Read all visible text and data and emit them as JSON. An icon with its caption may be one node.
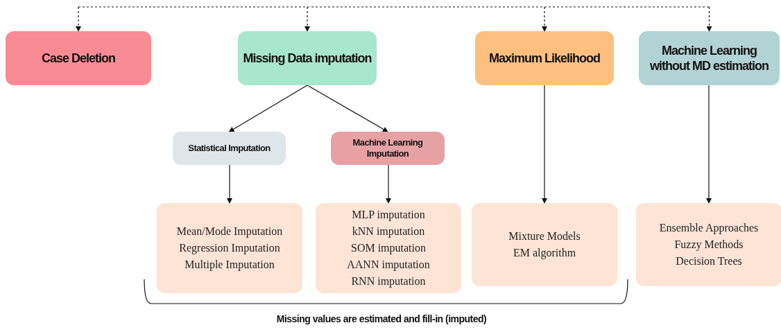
{
  "diagram": {
    "nodes": [
      {
        "text": [
          "Case Deletion"
        ]
      },
      {
        "text": [
          "Missing Data imputation"
        ]
      },
      {
        "text": [
          "Maximum Likelihood"
        ]
      },
      {
        "text": [
          "Machine Learning without MD estimation"
        ]
      },
      {
        "text": [
          "Statistical Imputation"
        ]
      },
      {
        "text": [
          "Machine Learning Imputation"
        ]
      },
      {
        "text": [
          "Mean/Mode Imputation",
          "Regression Imputation",
          "Multiple Imputation"
        ]
      },
      {
        "text": [
          "MLP imputation",
          "kNN imputation",
          "SOM imputation",
          "AANN imputation",
          "RNN imputation"
        ]
      },
      {
        "text": [
          "Mixture Models",
          "EM algorithm"
        ]
      },
      {
        "text": [
          "Ensemble Approaches",
          "Fuzzy Methods",
          "Decision Trees"
        ]
      }
    ],
    "edges": [
      {
        "from": null,
        "to": 0,
        "arrow": "to",
        "style": "dashed"
      },
      {
        "from": null,
        "to": 1,
        "arrow": "to",
        "style": "dashed"
      },
      {
        "from": null,
        "to": 2,
        "arrow": "to",
        "style": "dashed"
      },
      {
        "from": null,
        "to": 3,
        "arrow": "to",
        "style": "dashed"
      },
      {
        "from": 1,
        "to": 4,
        "arrow": "to"
      },
      {
        "from": 1,
        "to": 5,
        "arrow": "to"
      },
      {
        "from": 4,
        "to": 6,
        "arrow": "to"
      },
      {
        "from": 5,
        "to": 7,
        "arrow": "to"
      },
      {
        "from": 2,
        "to": 8,
        "arrow": "to"
      },
      {
        "from": 3,
        "to": 9,
        "arrow": "to"
      }
    ],
    "labels": [
      "Missing values are estimated and fill-in (imputed)"
    ]
  }
}
